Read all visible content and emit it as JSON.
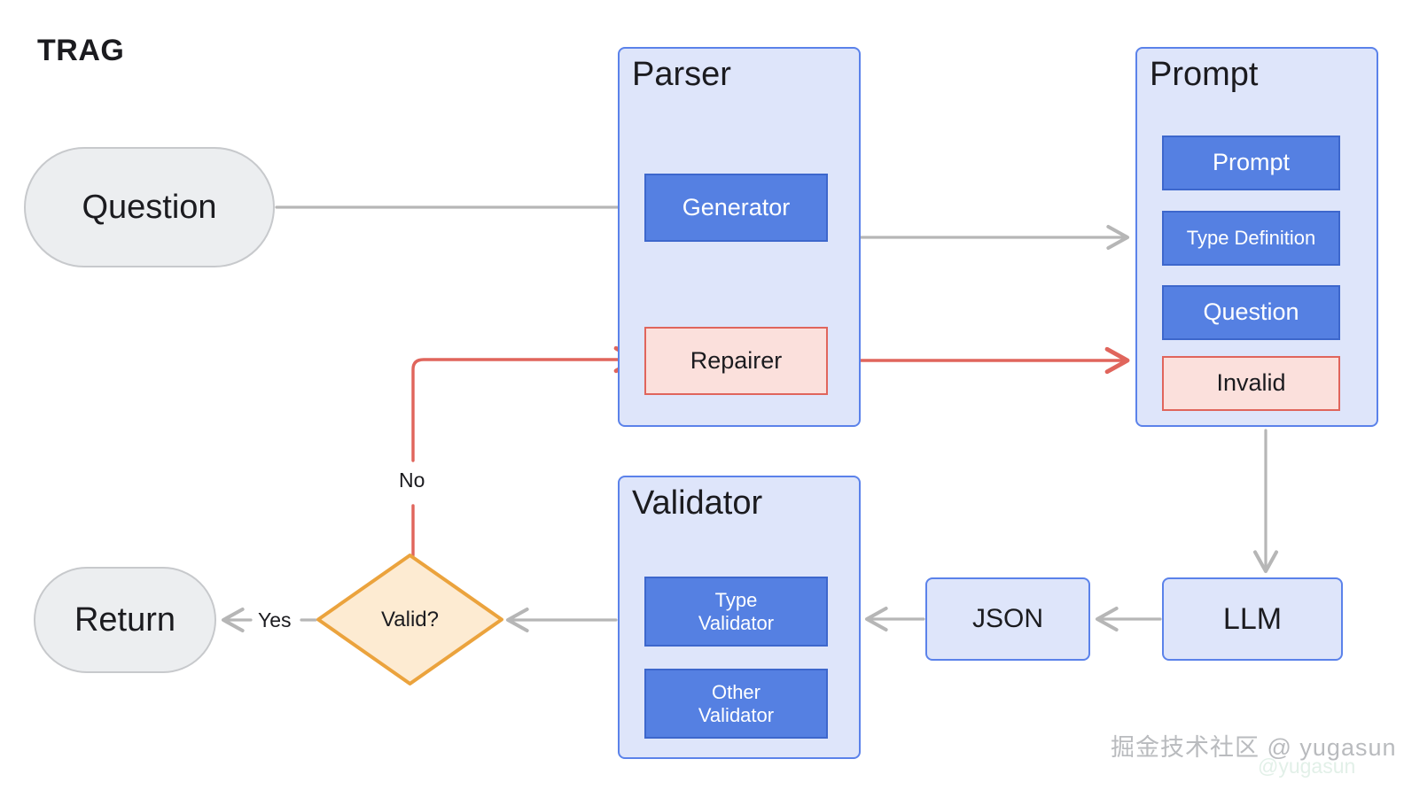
{
  "diagram": {
    "title": "TRAG",
    "type": "flowchart",
    "colors": {
      "group_fill": "#dee5fa",
      "group_border": "#5b82ea",
      "chip_blue_fill": "#5580e2",
      "chip_blue_border": "#3d67cc",
      "chip_red_fill": "#fbe0dc",
      "chip_red_border": "#e0655c",
      "terminator_fill": "#eceef0",
      "terminator_border": "#c7c9cc",
      "decision_fill": "#fdebd2",
      "decision_border": "#eba33d",
      "edge_gray": "#b6b6b6",
      "edge_red": "#e0655c",
      "text_dark": "#1b1b1f",
      "text_light": "#ffffff"
    },
    "nodes": {
      "question": {
        "label": "Question",
        "shape": "stadium"
      },
      "return": {
        "label": "Return",
        "shape": "stadium"
      },
      "valid": {
        "label": "Valid?",
        "shape": "diamond"
      },
      "json": {
        "label": "JSON",
        "shape": "rounded-rect"
      },
      "llm": {
        "label": "LLM",
        "shape": "rounded-rect"
      }
    },
    "groups": {
      "parser": {
        "title": "Parser",
        "items": [
          {
            "label": "Generator",
            "style": "blue"
          },
          {
            "label": "Repairer",
            "style": "red"
          }
        ]
      },
      "prompt": {
        "title": "Prompt",
        "items": [
          {
            "label": "Prompt",
            "style": "blue"
          },
          {
            "label": "Type Definition",
            "style": "blue"
          },
          {
            "label": "Question",
            "style": "blue"
          },
          {
            "label": "Invalid",
            "style": "red"
          }
        ]
      },
      "validator": {
        "title": "Validator",
        "items": [
          {
            "label": "Type\nValidator",
            "line1": "Type",
            "line2": "Validator",
            "style": "blue"
          },
          {
            "label": "Other\nValidator",
            "line1": "Other",
            "line2": "Validator",
            "style": "blue"
          }
        ]
      }
    },
    "edge_labels": {
      "no": "No",
      "yes": "Yes"
    },
    "edges": [
      {
        "from": "question",
        "to": "parser.generator",
        "color": "gray",
        "arrow": false
      },
      {
        "from": "parser.generator",
        "to": "prompt",
        "color": "gray",
        "arrow": true
      },
      {
        "from": "parser.repairer",
        "to": "prompt.invalid",
        "color": "red",
        "arrow": true
      },
      {
        "from": "prompt",
        "to": "llm",
        "color": "gray",
        "arrow": true
      },
      {
        "from": "llm",
        "to": "json",
        "color": "gray",
        "arrow": true
      },
      {
        "from": "json",
        "to": "validator",
        "color": "gray",
        "arrow": true
      },
      {
        "from": "validator",
        "to": "valid",
        "color": "gray",
        "arrow": true
      },
      {
        "from": "valid",
        "to": "return",
        "color": "gray",
        "arrow": true,
        "label": "Yes"
      },
      {
        "from": "valid",
        "to": "parser.repairer",
        "color": "red",
        "arrow": true,
        "label": "No"
      }
    ]
  },
  "watermark": {
    "text": "掘金技术社区 @ yugasun",
    "ghost": "@yugasun"
  }
}
